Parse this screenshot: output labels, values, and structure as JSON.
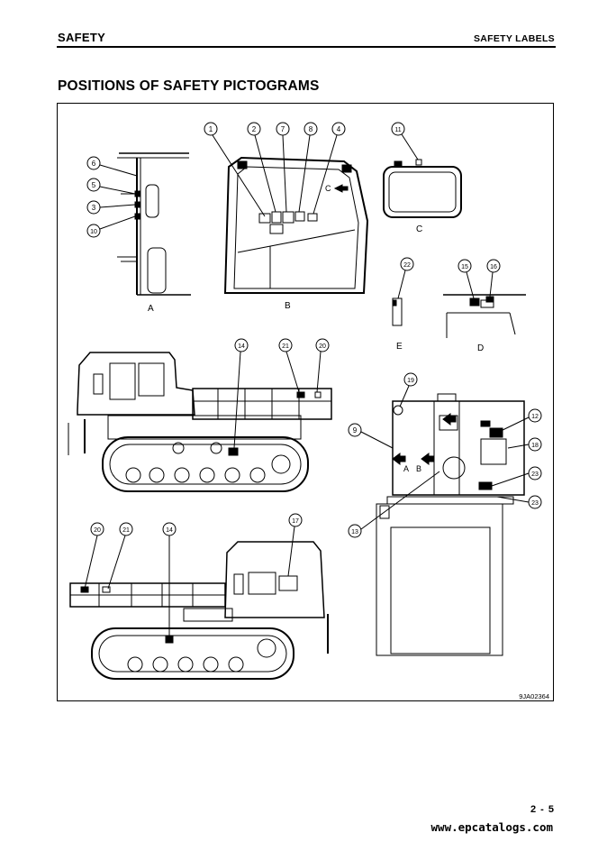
{
  "header": {
    "section": "SAFETY",
    "subsection": "SAFETY LABELS"
  },
  "title": "POSITIONS OF SAFETY PICTOGRAMS",
  "figure": {
    "view_labels": {
      "A": "A",
      "B": "B",
      "C": "C",
      "D": "D",
      "E": "E"
    },
    "arrow_labels": {
      "c": "C",
      "a": "A",
      "b": "B"
    },
    "callouts": {
      "n1": "1",
      "n2": "2",
      "n3": "3",
      "n4": "4",
      "n5": "5",
      "n6": "6",
      "n7": "7",
      "n8": "8",
      "n9": "9",
      "n10": "10",
      "n11": "11",
      "n12": "12",
      "n13": "13",
      "n14a": "14",
      "n14b": "14",
      "n15": "15",
      "n16": "16",
      "n17": "17",
      "n18": "18",
      "n19": "19",
      "n20a": "20",
      "n20b": "20",
      "n21a": "21",
      "n21b": "21",
      "n22": "22",
      "n23a": "23",
      "n23b": "23"
    },
    "code": "9JA02364"
  },
  "footer": {
    "page": "2 - 5",
    "site": "www.epcatalogs.com"
  }
}
